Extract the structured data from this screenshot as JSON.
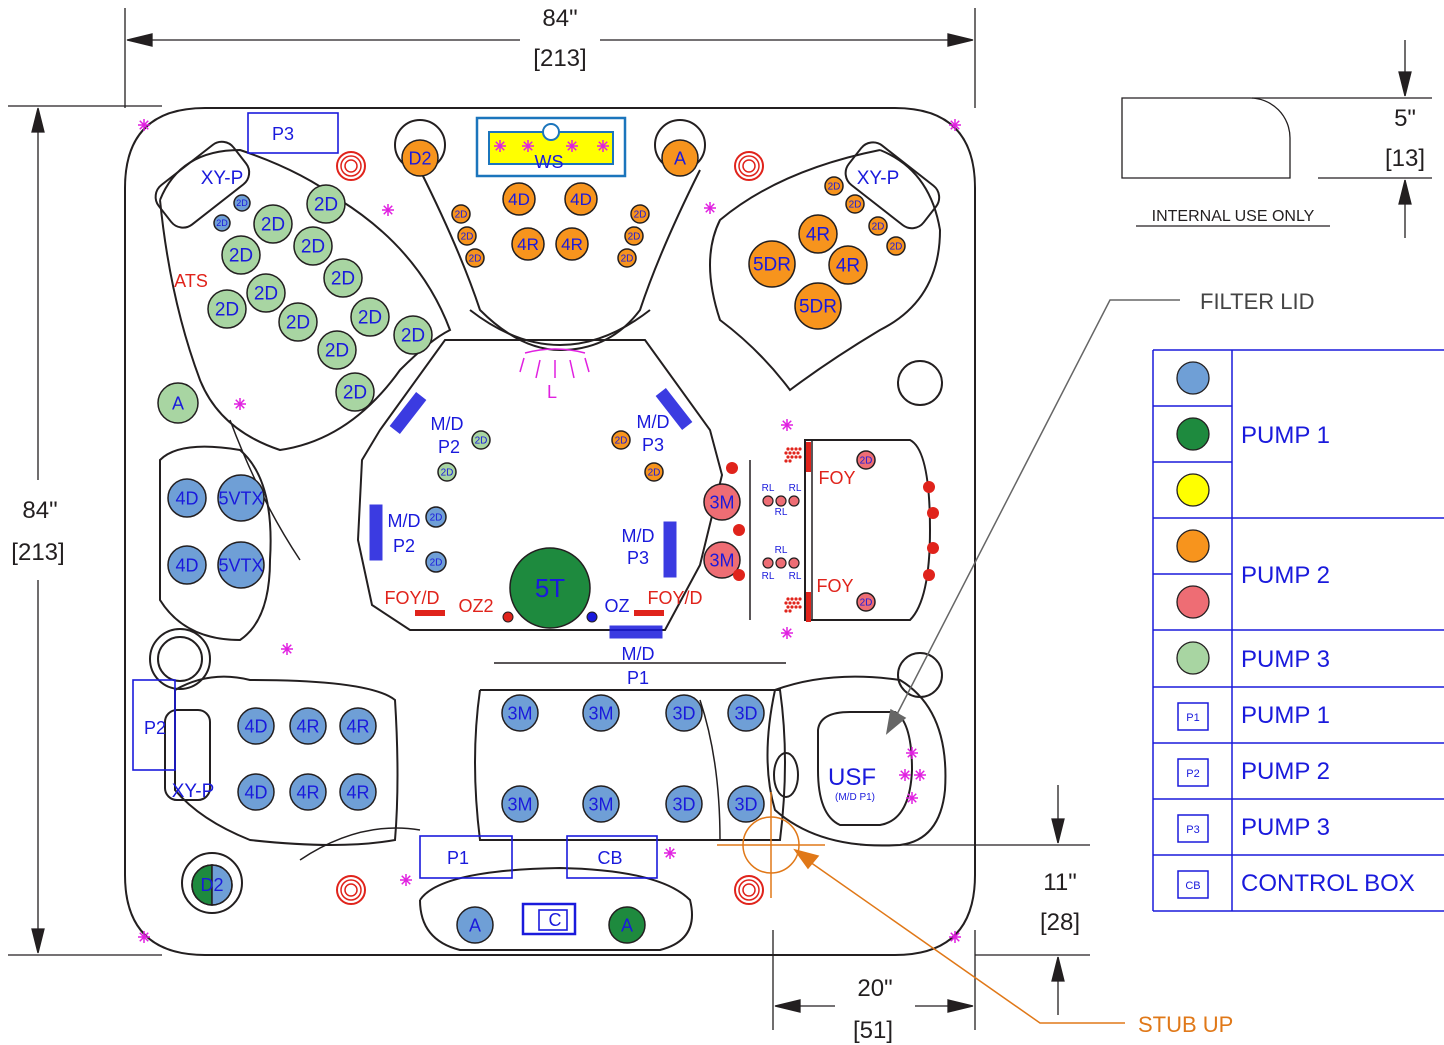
{
  "dimensions": {
    "width_in": "84\"",
    "width_cm": "[213]",
    "height_in": "84\"",
    "height_cm": "[213]",
    "corner_in": "5\"",
    "corner_cm": "[13]",
    "stub_y_in": "11\"",
    "stub_y_cm": "[28]",
    "stub_x_in": "20\"",
    "stub_x_cm": "[51]"
  },
  "notes": {
    "internal": "INTERNAL USE ONLY",
    "filter_lid": "FILTER LID",
    "stub_up": "STUB UP"
  },
  "pump_colors": {
    "pump1_blue": "#6f9fd6",
    "pump1_green": "#1e8a3e",
    "pump1_yellow": "#ffff00",
    "pump2_orange": "#f7941d",
    "pump2_red": "#ee6d74",
    "pump3_green": "#a8d5a2",
    "label_blue": "#1a1adc",
    "label_red": "#e0231b",
    "accent_magenta": "#e020e0",
    "stub_orange": "#e07818"
  },
  "legend": {
    "rows": [
      {
        "key": "pump1-blue-swatch",
        "label": ""
      },
      {
        "key": "pump1-green-swatch",
        "label": "PUMP 1"
      },
      {
        "key": "pump1-yellow-swatch",
        "label": ""
      },
      {
        "key": "pump2-orange-swatch",
        "label": "PUMP 2"
      },
      {
        "key": "pump2-red-swatch",
        "label": ""
      },
      {
        "key": "pump3-green-swatch",
        "label": "PUMP 3"
      },
      {
        "key": "P1",
        "label": "PUMP 1"
      },
      {
        "key": "P2",
        "label": "PUMP 2"
      },
      {
        "key": "P3",
        "label": "PUMP 3"
      },
      {
        "key": "CB",
        "label": "CONTROL BOX"
      }
    ],
    "pump1": "PUMP 1",
    "pump2": "PUMP 2",
    "pump3": "PUMP 3",
    "p1_key": "P1",
    "p2_key": "P2",
    "p3_key": "P3",
    "cb_key": "CB",
    "p1_label": "PUMP 1",
    "p2_label": "PUMP 2",
    "p3_label": "PUMP 3",
    "cb_label": "CONTROL BOX"
  },
  "boxes": {
    "p3": "P3",
    "p2": "P2",
    "p1": "P1",
    "cb": "CB",
    "ws": "WS",
    "control": "C"
  },
  "labels": {
    "xyp": "XY-P",
    "ats": "ATS",
    "light": "L",
    "md": "M/D",
    "p1": "P1",
    "p2": "P2",
    "p3": "P3",
    "foy": "FOY",
    "foyd": "FOY/D",
    "oz2": "OZ2",
    "oz": "OZ",
    "rl": "RL",
    "usf": "USF",
    "usf_sub": "(M/D P1)"
  },
  "jets": {
    "d2": "D2",
    "a": "A",
    "j2d": "2D",
    "j4d": "4D",
    "j4r": "4R",
    "j5dr": "5DR",
    "j5vtx": "5VTX",
    "j3m": "3M",
    "j3d": "3D",
    "j5t": "5T"
  }
}
